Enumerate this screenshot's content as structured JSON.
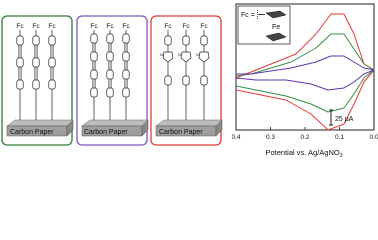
{
  "panels": {
    "fc_label": "Fc",
    "substrate_label": "Carbon Paper",
    "colors": {
      "green": "#2e7d32",
      "purple": "#7e57c2",
      "red": "#e53935",
      "substrate": "#9e9e9e"
    }
  },
  "inset": {
    "fc_prefix": "Fc =",
    "fe_label": "Fe"
  },
  "chart_data": {
    "type": "line",
    "xlabel": "Potential vs. Ag/AgNO",
    "xlabel_subscript": "3",
    "xlim": [
      0.4,
      0.0
    ],
    "x_ticks": [
      "0.4",
      "0.3",
      "0.2",
      "0.1",
      "0.0"
    ],
    "scale_bar_label": "25 μA",
    "scale_bar_value_uA": 25,
    "series": [
      {
        "color": "#e53935"
      },
      {
        "color": "#388e3c"
      },
      {
        "color": "#5e35b1"
      }
    ]
  }
}
